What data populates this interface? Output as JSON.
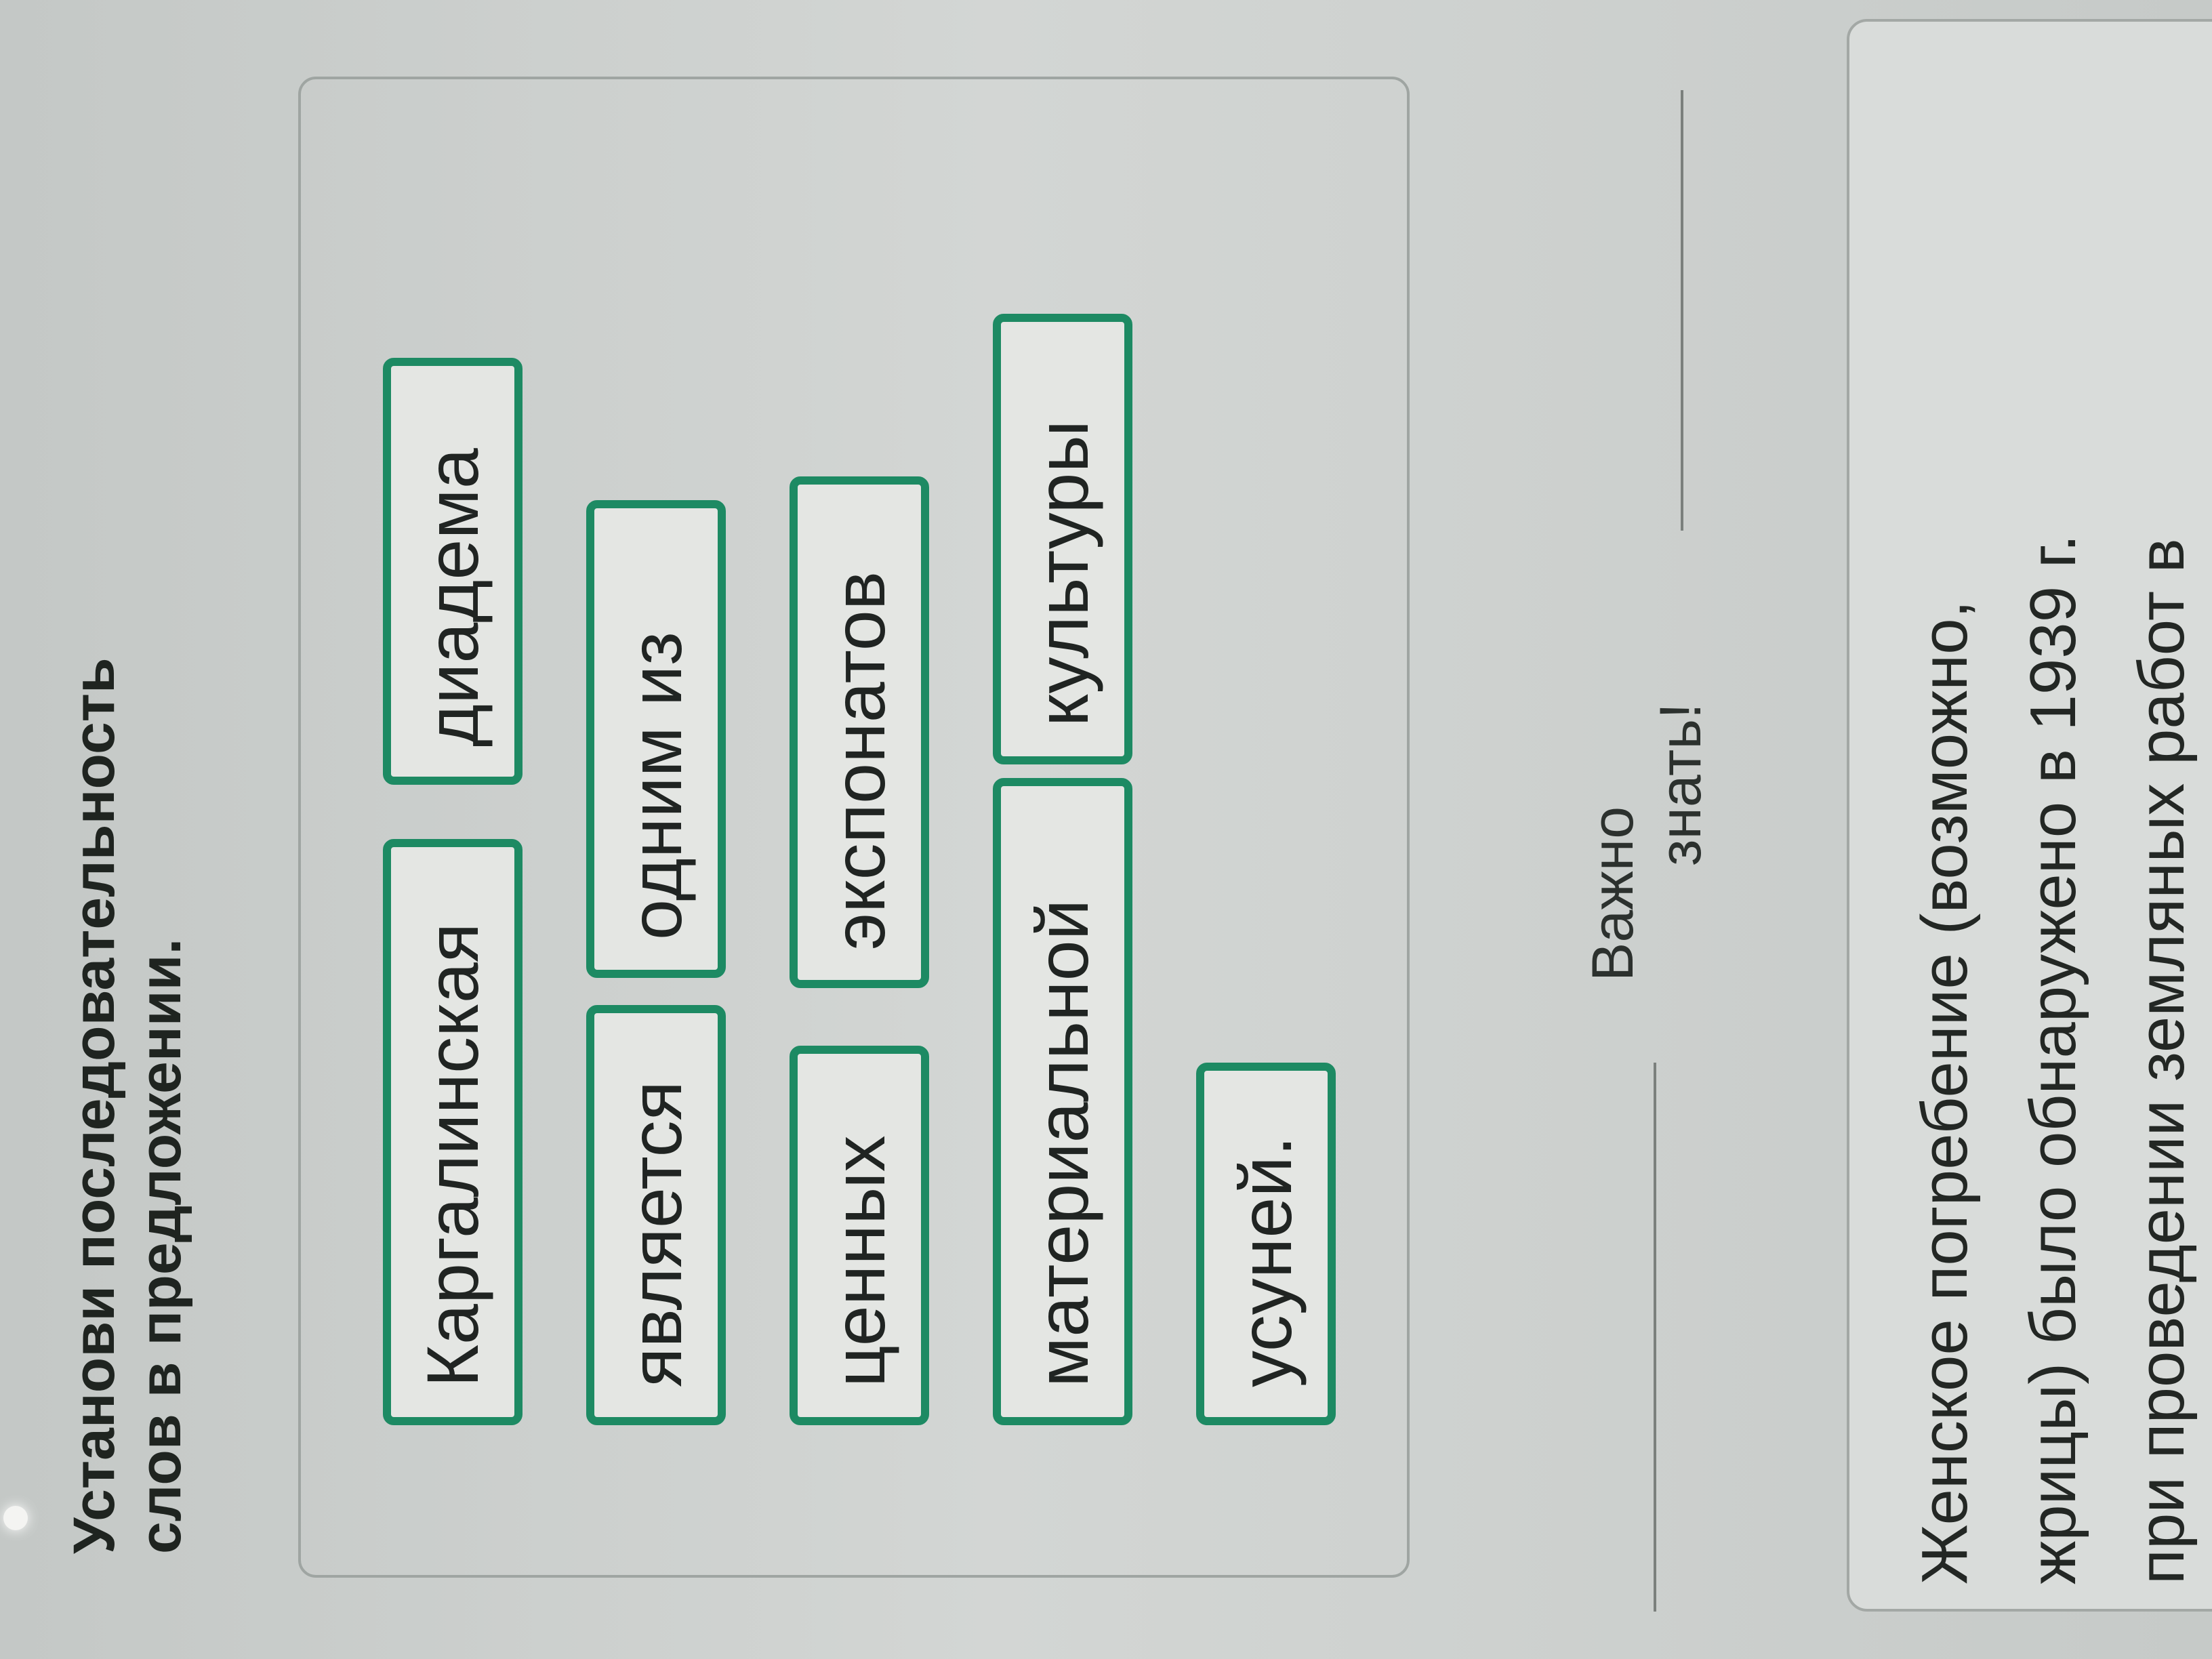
{
  "instruction": {
    "line1": "Установи последовательность",
    "line2": "слов в предложении."
  },
  "word_tiles": [
    "Каргалинская",
    "диадема",
    "является",
    "одним из",
    "ценных",
    "экспонатов",
    "материальной",
    "культуры",
    "усуней."
  ],
  "info": {
    "heading_line1": "Важно",
    "heading_line2": "знать!",
    "text_line1": "Женское погребение (возможно,",
    "text_line2": "жрицы) было обнаружено в 1939 г.",
    "text_line3": "при проведении земляных работ в"
  },
  "colors": {
    "tile_border": "#1d8a63",
    "tile_background": "#e4e6e3",
    "text": "#202422"
  }
}
